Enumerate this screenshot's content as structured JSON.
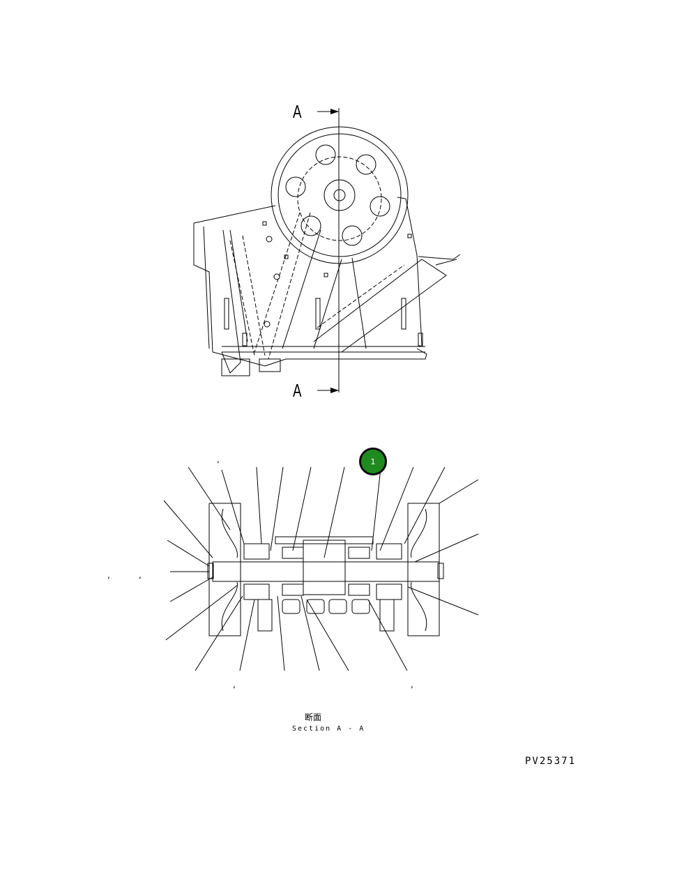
{
  "drawing": {
    "section_marker_top": "A",
    "section_marker_bottom": "A",
    "section_title_jp": "断面",
    "section_title_en": "Section A - A",
    "drawing_number": "PV25371"
  },
  "callouts": [
    {
      "label": "1",
      "color": "#1f8a1f"
    }
  ],
  "stray_marks": [
    ",",
    ",",
    ",",
    ",",
    ","
  ]
}
